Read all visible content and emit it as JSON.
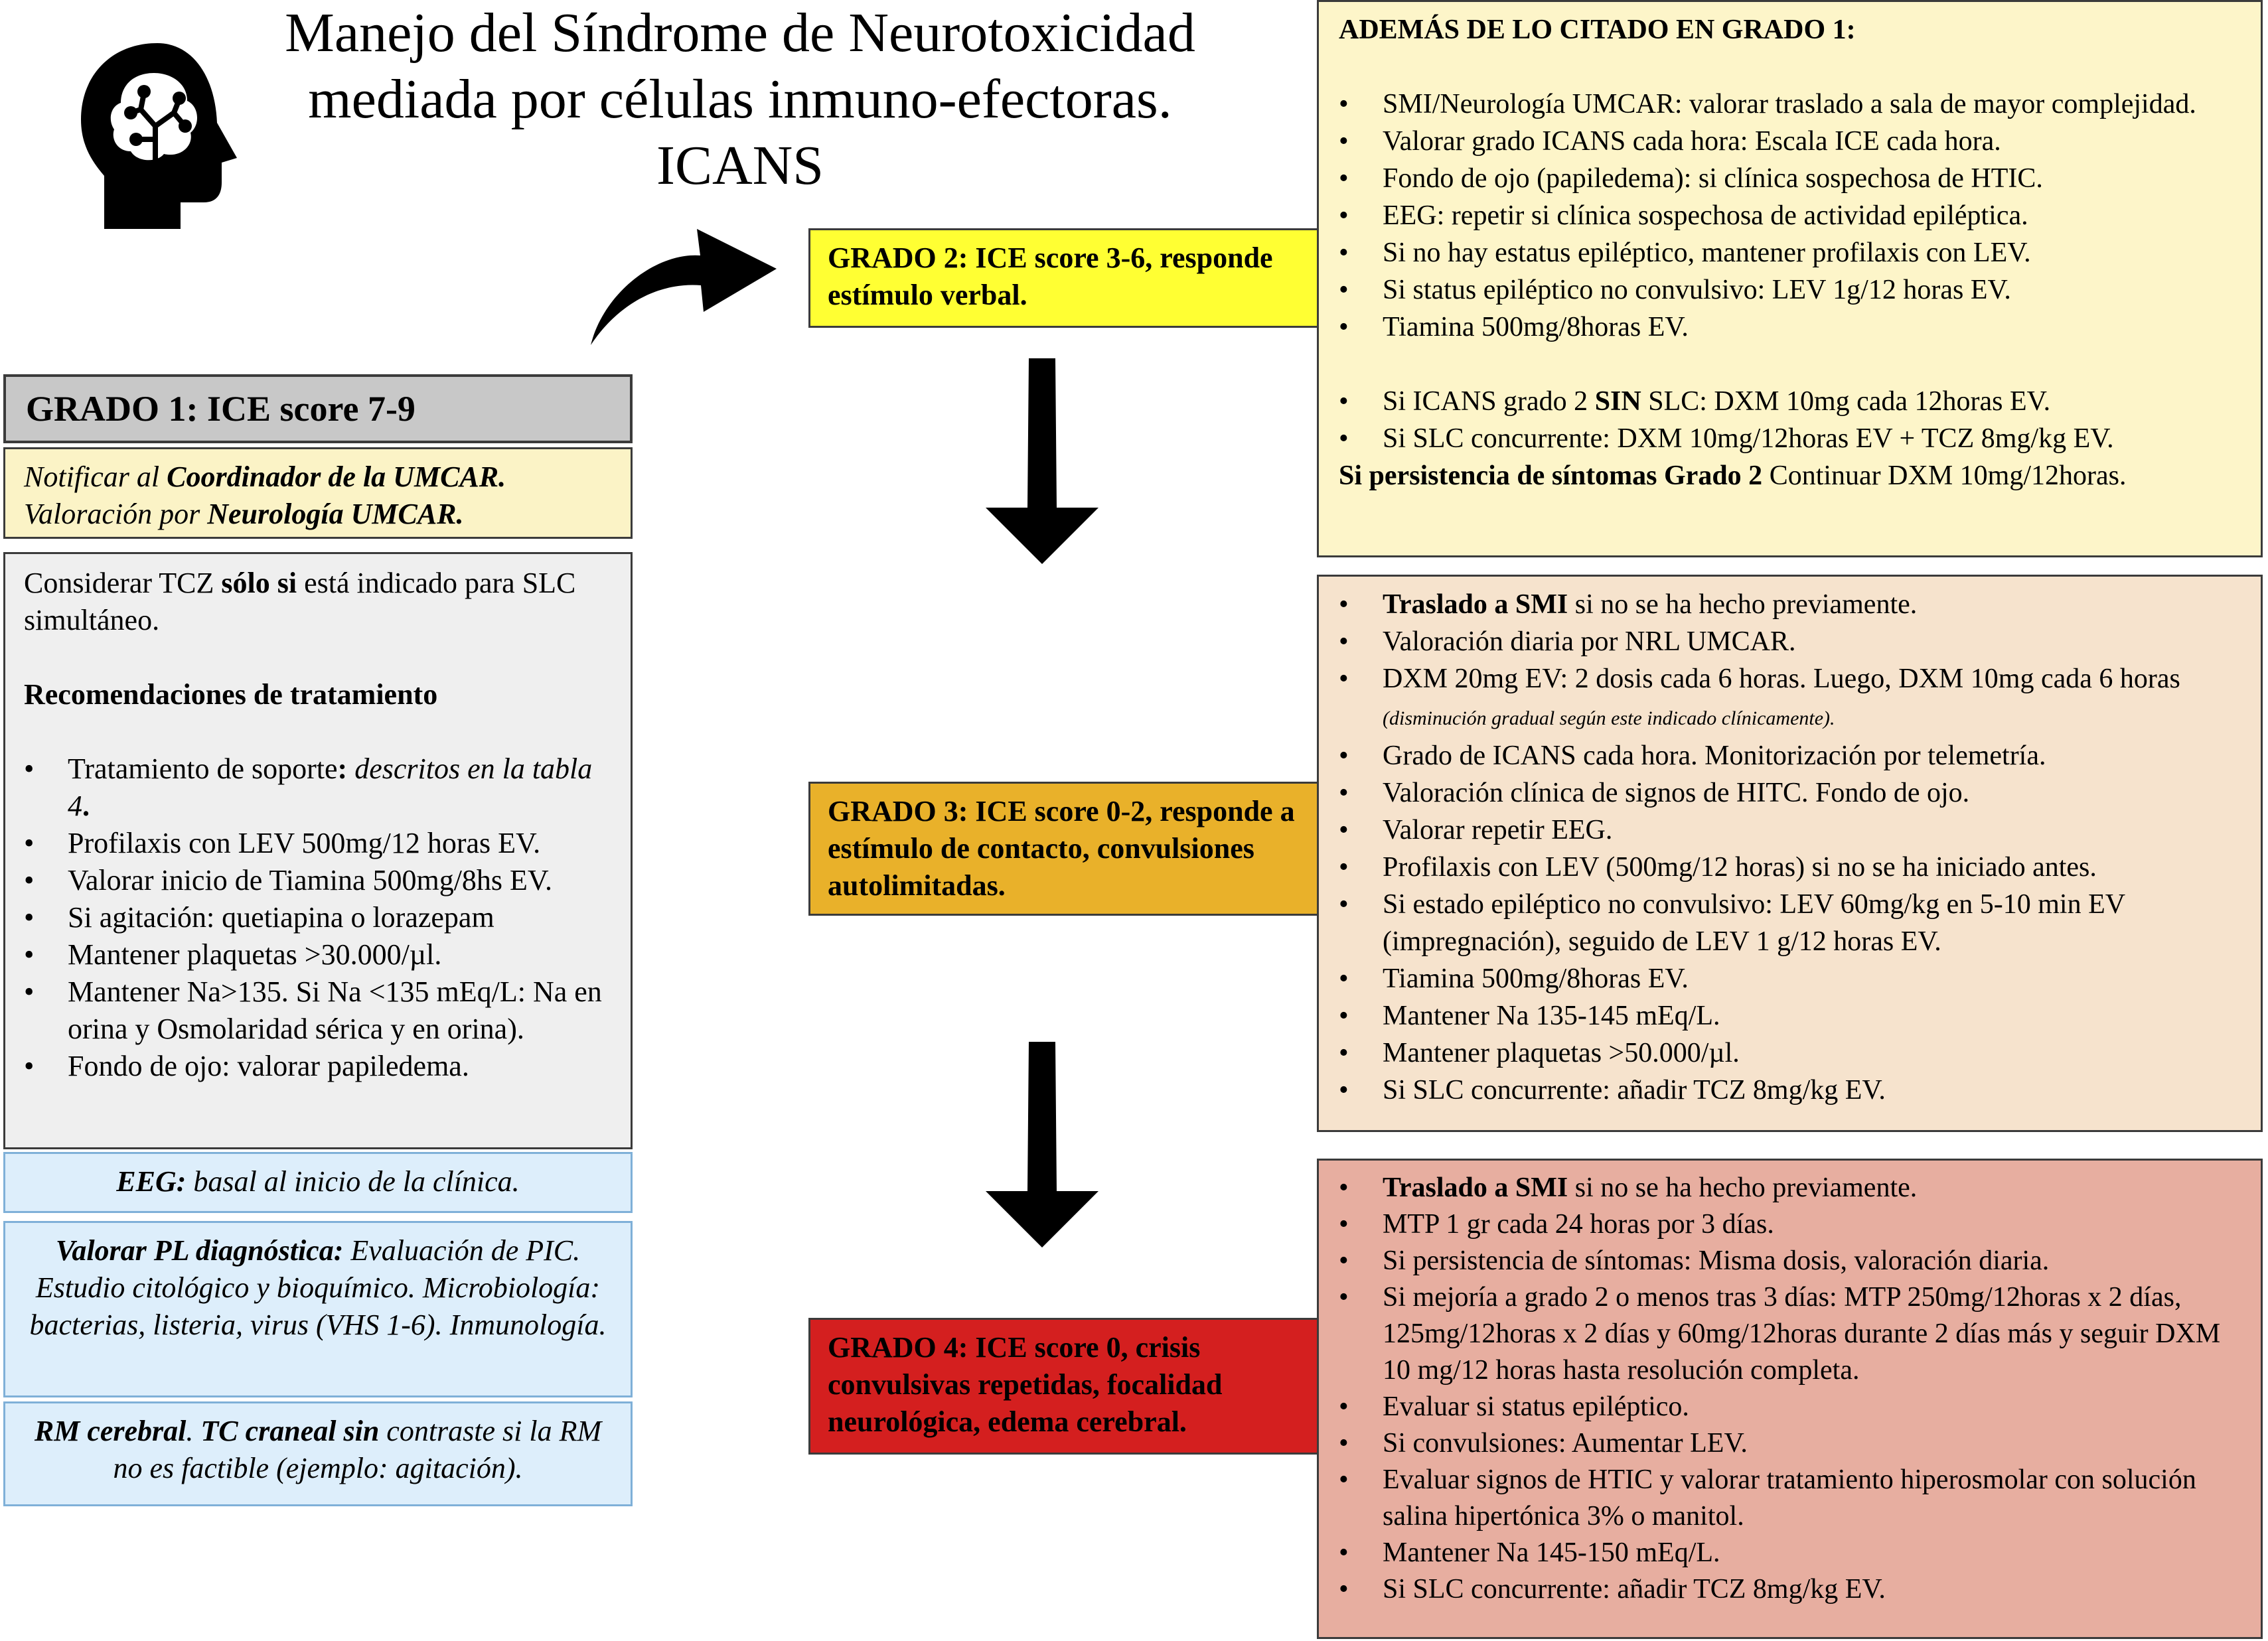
{
  "title": {
    "line1": "Manejo del Síndrome de Neurotoxicidad",
    "line2": "mediada por células inmuno-efectoras.",
    "line3": "ICANS"
  },
  "icons": {
    "brain_head": "brain-head-icon",
    "curved_arrow": "curved-arrow-icon",
    "down_arrow": "down-arrow-icon"
  },
  "colors": {
    "grade1_header": "#c8c8c8",
    "grade1_notify": "#fbf3c6",
    "grade1_body": "#efefef",
    "blue_boxes": "#ddeefb",
    "grade2_label": "#ffff33",
    "grade2_detail": "#fdf5c9",
    "grade3_label": "#e9b12a",
    "grade3_detail": "#f6e3cd",
    "grade4_label": "#d41f1f",
    "grade4_detail": "#e7aea0"
  },
  "grade1": {
    "header": "GRADO 1: ICE score 7-9",
    "notify": {
      "l1_a": "Notificar al ",
      "l1_b": "Coordinador de la UMCAR.",
      "l2_a": "Valoración por ",
      "l2_b": "Neurología UMCAR."
    },
    "body": {
      "intro_a": "Considerar TCZ ",
      "intro_b": "sólo si",
      "intro_c": " está indicado para SLC simultáneo.",
      "rec_title": "Recomendaciones de tratamiento",
      "item1_a": "Tratamiento de soporte",
      "item1_b": ": ",
      "item1_c": "descritos en la tabla 4",
      "item1_d": ".",
      "items": [
        "Profilaxis con LEV 500mg/12 horas EV.",
        "Valorar inicio de Tiamina 500mg/8hs EV.",
        "Si agitación: quetiapina o lorazepam",
        "Mantener plaquetas >30.000/µl.",
        "Mantener Na>135.  Si Na <135 mEq/L: Na en orina y Osmolaridad sérica y en orina).",
        "Fondo de ojo: valorar papiledema."
      ]
    },
    "eeg": {
      "a": "EEG:",
      "b": " basal al inicio de la clínica."
    },
    "pl": {
      "a": "Valorar PL diagnóstica:",
      "b": " Evaluación de PIC. Estudio citológico y bioquímico. Microbiología: bacterias, listeria, virus (VHS 1-6). Inmunología."
    },
    "rm": {
      "a": "RM cerebral",
      "b": ". ",
      "c": "TC craneal sin",
      "d": " contraste si la RM no es factible (ejemplo: agitación)."
    }
  },
  "grade2": {
    "label": "GRADO 2: ICE score 3-6, responde estímulo verbal.",
    "heading": "ADEMÁS DE LO  CITADO EN GRADO 1:",
    "items": [
      "SMI/Neurología UMCAR: valorar traslado a sala de mayor complejidad.",
      "Valorar grado ICANS cada hora: Escala ICE cada hora.",
      "Fondo de ojo (papiledema): si clínica sospechosa de HTIC.",
      "EEG:  repetir si clínica sospechosa de actividad epiléptica.",
      "Si no hay estatus epiléptico, mantener profilaxis con LEV.",
      "Si status epiléptico no convulsivo: LEV 1g/12 horas EV.",
      "Tiamina 500mg/8horas EV."
    ],
    "sin_a": "Si ICANS grado 2 ",
    "sin_b": "SIN",
    "sin_c": " SLC: DXM 10mg cada 12horas EV.",
    "slc_item": "Si SLC concurrente: DXM 10mg/12horas EV  + TCZ 8mg/kg EV.",
    "persist_a": "Si persistencia de síntomas Grado 2",
    "persist_b": " Continuar DXM 10mg/12horas."
  },
  "grade3": {
    "label": "GRADO 3: ICE score 0-2, responde a estímulo de contacto, convulsiones autolimitadas.",
    "traslado_a": "Traslado a SMI",
    "traslado_b": " si no se ha hecho previamente.",
    "item_nrl": "Valoración diaria por NRL UMCAR.",
    "dxm_a": "DXM 20mg EV: 2 dosis cada 6 horas. Luego, DXM 10mg cada 6 horas ",
    "dxm_note": "(disminución gradual según este indicado clínicamente).",
    "items": [
      "Grado de ICANS cada hora. Monitorización por telemetría.",
      "Valoración clínica de signos de HITC. Fondo de ojo.",
      "Valorar repetir EEG.",
      "Profilaxis con LEV (500mg/12 horas) si no se ha iniciado antes.",
      "Si estado epiléptico no convulsivo: LEV 60mg/kg en 5-10 min EV (impregnación), seguido de LEV 1 g/12 horas EV.",
      "Tiamina 500mg/8horas EV.",
      "Mantener Na 135-145 mEq/L.",
      "Mantener plaquetas >50.000/µl.",
      "Si SLC concurrente: añadir TCZ 8mg/kg EV."
    ]
  },
  "grade4": {
    "label": "GRADO 4: ICE score 0, crisis convulsivas repetidas, focalidad neurológica, edema cerebral.",
    "traslado_a": "Traslado a SMI",
    "traslado_b": " si no se ha hecho previamente.",
    "items": [
      "MTP 1 gr cada 24 horas por 3 días.",
      "Si persistencia de síntomas: Misma dosis, valoración diaria.",
      "Si mejoría a grado 2 o menos tras 3 días: MTP 250mg/12horas x 2 días, 125mg/12horas x 2 días y 60mg/12horas durante 2 días más y seguir DXM 10 mg/12 horas hasta resolución completa.",
      "Evaluar si status epiléptico.",
      "Si convulsiones: Aumentar  LEV.",
      "Evaluar signos de HTIC  y valorar tratamiento hiperosmolar con solución salina hipertónica 3%  o manitol.",
      "Mantener Na 145-150 mEq/L.",
      "Si SLC concurrente: añadir TCZ 8mg/kg EV."
    ]
  }
}
